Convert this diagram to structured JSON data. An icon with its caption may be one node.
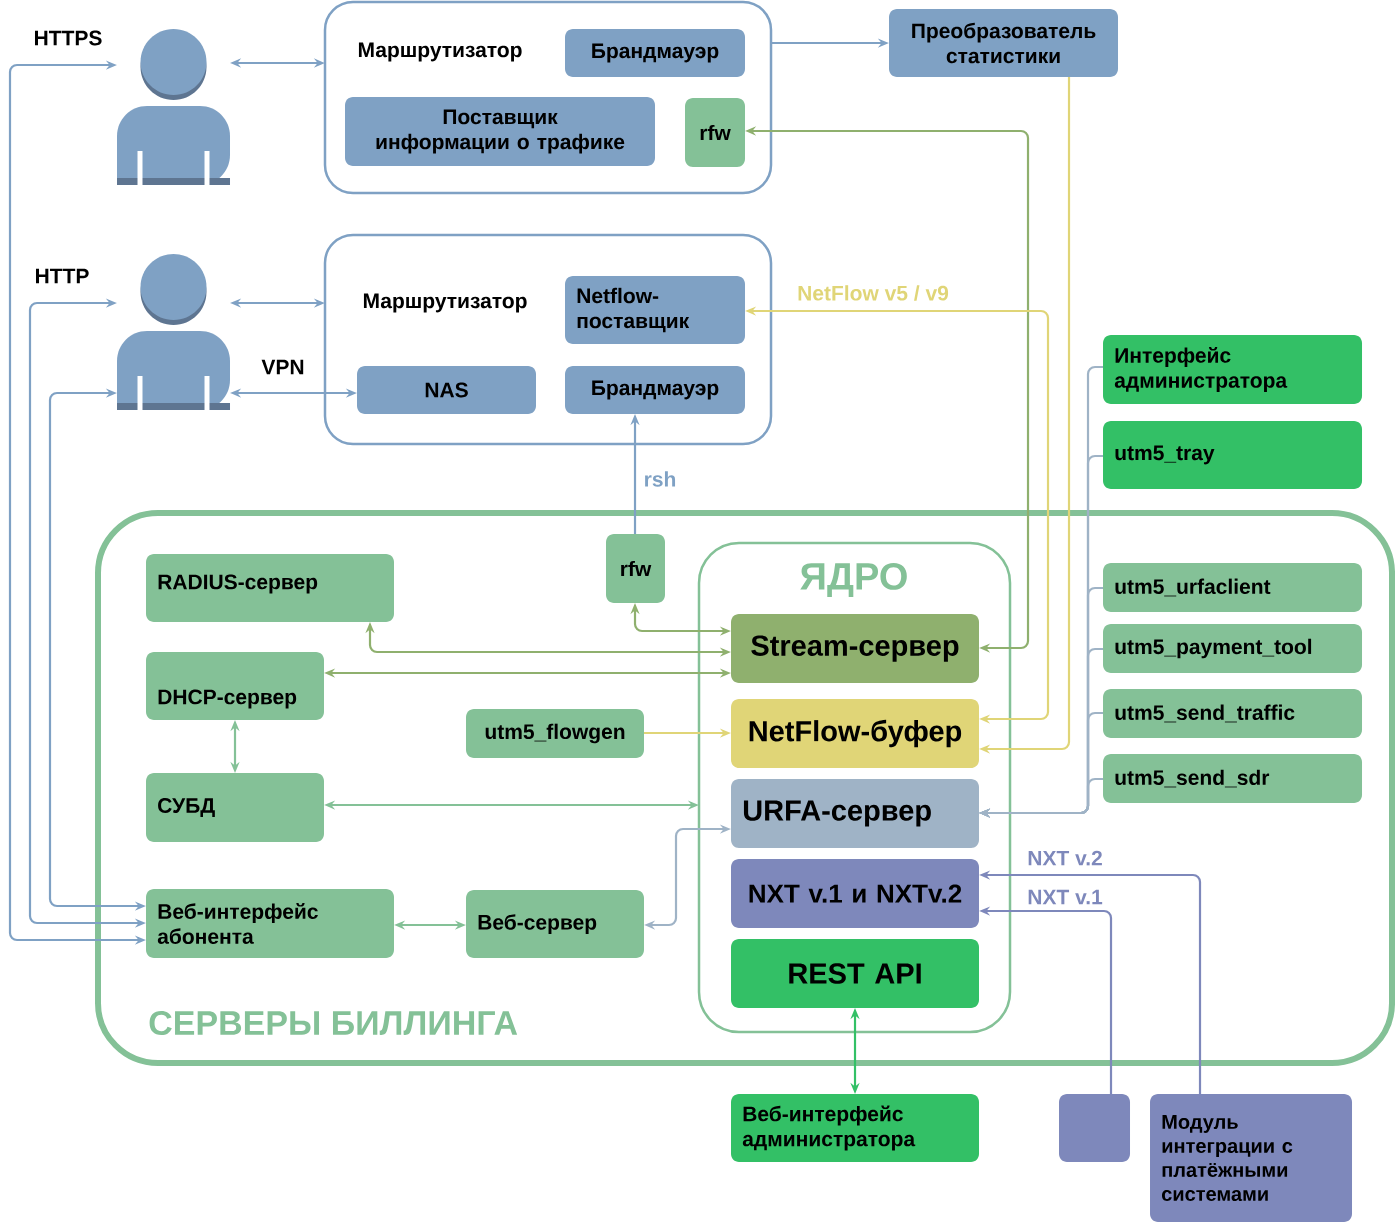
{
  "diagram": {
    "nodes": [
      {
        "text": [],
        "shape": "person"
      },
      {
        "text": [
          "Маршрутизатор"
        ]
      },
      {
        "text": [
          "Брандмауэр"
        ],
        "in": 1
      },
      {
        "text": [
          "Поставщик информации о трафике"
        ],
        "in": 1
      },
      {
        "text": [
          "rfw"
        ],
        "in": 1
      },
      {
        "text": [
          "Преобразователь статистики"
        ]
      },
      {
        "text": [],
        "shape": "person"
      },
      {
        "text": [
          "Маршрутизатор"
        ]
      },
      {
        "text": [
          "Netflow- поставщик"
        ],
        "in": 7
      },
      {
        "text": [
          "NAS"
        ],
        "in": 7
      },
      {
        "text": [
          "Брандмауэр"
        ],
        "in": 7
      },
      {
        "text": [
          "Интерфейс администратора"
        ]
      },
      {
        "text": [
          "utm5_tray"
        ]
      },
      {
        "text": [
          "СЕРВЕРЫ БИЛЛИНГА"
        ]
      },
      {
        "text": [
          "RADIUS-сервер"
        ],
        "in": 13
      },
      {
        "text": [
          "rfw"
        ],
        "in": 13
      },
      {
        "text": [
          "ЯДРО"
        ],
        "in": 13
      },
      {
        "text": [
          "Stream-сервер"
        ],
        "in": 16
      },
      {
        "text": [
          "NetFlow-буфер"
        ],
        "in": 16
      },
      {
        "text": [
          "URFA-сервер"
        ],
        "in": 16
      },
      {
        "text": [
          "NXT v.1 и NXTv.2"
        ],
        "in": 16
      },
      {
        "text": [
          "REST API"
        ],
        "in": 16
      },
      {
        "text": [
          "DHCP-сервер"
        ],
        "in": 13
      },
      {
        "text": [
          "utm5_flowgen"
        ],
        "in": 13
      },
      {
        "text": [
          "СУБД"
        ],
        "in": 13
      },
      {
        "text": [
          "Веб-интерфейс абонента"
        ],
        "in": 13
      },
      {
        "text": [
          "Веб-сервер"
        ],
        "in": 13
      },
      {
        "text": [
          "utm5_urfaclient"
        ],
        "in": 13
      },
      {
        "text": [
          "utm5_payment_tool"
        ],
        "in": 13
      },
      {
        "text": [
          "utm5_send_traffic"
        ],
        "in": 13
      },
      {
        "text": [
          "utm5_send_sdr"
        ],
        "in": 13
      },
      {
        "text": [
          "Веб-интерфейс администратора"
        ]
      },
      {
        "text": [],
        "shape": "box"
      },
      {
        "text": [
          "Модуль интеграции с платёжными системами"
        ]
      }
    ],
    "edges": [
      {
        "from": 25,
        "to": 0,
        "arrow": "both",
        "label": "HTTPS"
      },
      {
        "from": 0,
        "to": 1,
        "arrow": "both"
      },
      {
        "from": 25,
        "to": 6,
        "arrow": "both",
        "label": "HTTP"
      },
      {
        "from": 25,
        "to": 6,
        "arrow": "both"
      },
      {
        "from": 6,
        "to": 7,
        "arrow": "both"
      },
      {
        "from": 6,
        "to": 9,
        "arrow": "both",
        "label": "VPN"
      },
      {
        "from": 1,
        "to": 5,
        "arrow": "to"
      },
      {
        "from": 17,
        "to": 4,
        "arrow": "both",
        "color": "#8fb06e"
      },
      {
        "from": 18,
        "to": 8,
        "arrow": "both",
        "label": "NetFlow v5 / v9",
        "color": "#e0d577"
      },
      {
        "from": 5,
        "to": 18,
        "arrow": "to",
        "color": "#e0d577"
      },
      {
        "from": 15,
        "to": 10,
        "arrow": "to",
        "label": "rsh"
      },
      {
        "from": 17,
        "to": 15,
        "arrow": "both",
        "color": "#8fb06e"
      },
      {
        "from": 17,
        "to": 14,
        "arrow": "both",
        "color": "#8fb06e"
      },
      {
        "from": 17,
        "to": 22,
        "arrow": "both",
        "color": "#8fb06e"
      },
      {
        "from": 23,
        "to": 18,
        "arrow": "to",
        "color": "#e0d577"
      },
      {
        "from": 22,
        "to": 24,
        "arrow": "both",
        "color": "#84c197"
      },
      {
        "from": 24,
        "to": 16,
        "arrow": "both",
        "color": "#84c197"
      },
      {
        "from": 19,
        "to": 26,
        "arrow": "both",
        "color": "#9fb3c6"
      },
      {
        "from": 25,
        "to": 26,
        "arrow": "both",
        "color": "#84c197"
      },
      {
        "from": 11,
        "to": 19,
        "arrow": "to",
        "color": "#9fb3c6"
      },
      {
        "from": 12,
        "to": 19,
        "arrow": "to",
        "color": "#9fb3c6"
      },
      {
        "from": 27,
        "to": 19,
        "arrow": "to",
        "color": "#9fb3c6"
      },
      {
        "from": 28,
        "to": 19,
        "arrow": "to",
        "color": "#9fb3c6"
      },
      {
        "from": 29,
        "to": 19,
        "arrow": "to",
        "color": "#9fb3c6"
      },
      {
        "from": 30,
        "to": 19,
        "arrow": "to",
        "color": "#9fb3c6"
      },
      {
        "from": 21,
        "to": 31,
        "arrow": "both",
        "color": "#33c066"
      },
      {
        "from": 32,
        "to": 20,
        "arrow": "to",
        "label": "NXT v.1",
        "color": "#7e88bb"
      },
      {
        "from": 33,
        "to": 20,
        "arrow": "to",
        "label": "NXT v.2",
        "color": "#7e88bb"
      }
    ]
  }
}
